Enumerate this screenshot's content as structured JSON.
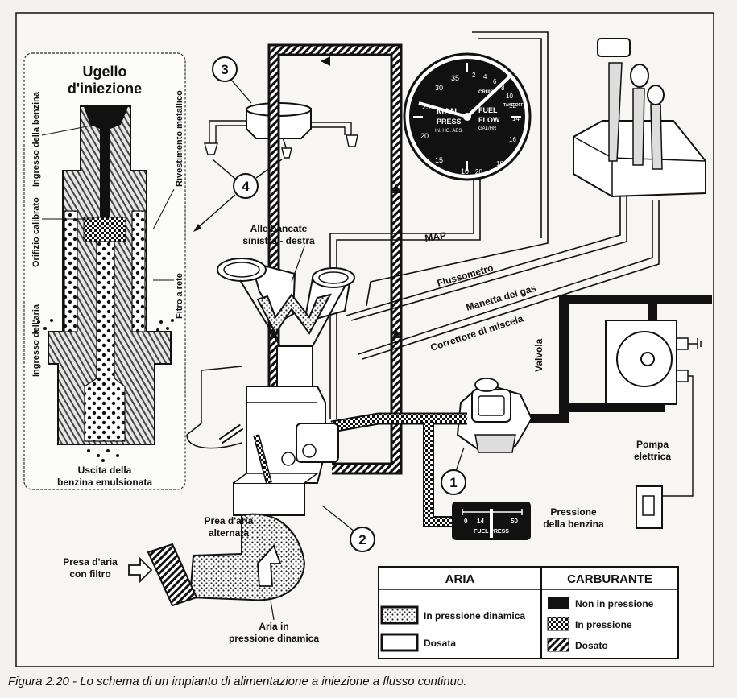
{
  "nozzle": {
    "title_line1": "Ugello",
    "title_line2": "d'iniezione",
    "label_fuel_inlet": "Ingresso della benzina",
    "label_orifice": "Orifizio calibrato",
    "label_air_inlet": "Ingresso dell'aria",
    "label_shield": "Rivestimento metallico",
    "label_screen": "Fitro a rete",
    "outlet_line1": "Uscita della",
    "outlet_line2": "benzina emulsionata"
  },
  "callouts": [
    "1",
    "2",
    "3",
    "4"
  ],
  "labels": {
    "banks_line1": "Alle bancate",
    "banks_line2": "sinistra - destra",
    "map": "MAP",
    "flowmeter": "Flussometro",
    "throttle": "Manetta del gas",
    "mixture": "Correttore di miscela",
    "valve": "Valvola",
    "pump_line1": "Pompa",
    "pump_line2": "elettrica",
    "fuel_pressure_line1": "Pressione",
    "fuel_pressure_line2": "della benzina",
    "alt_air_line1": "Prea d'aria",
    "alt_air_line2": "alternata",
    "filtered_line1": "Presa d'aria",
    "filtered_line2": "con filtro",
    "ram_air_line1": "Aria in",
    "ram_air_line2": "pressione dinamica"
  },
  "gauge": {
    "ticks_left": [
      "35",
      "30",
      "25",
      "20",
      "15",
      "10"
    ],
    "ticks_right": [
      "2",
      "4",
      "6",
      "8",
      "10",
      "12",
      "14",
      "16",
      "18",
      "20"
    ],
    "left_line1": "MAN",
    "left_line2": "PRESS",
    "left_line3": "IN. HG. ABS",
    "right_line1": "FUEL",
    "right_line2": "FLOW",
    "right_line3": "GAL/HR",
    "cruise": "CRUISE",
    "takeoff": "TAKE OFF"
  },
  "fuel_gauge": {
    "min": "0",
    "mid": "14",
    "max": "50",
    "label": "FUEL PRESS"
  },
  "legend": {
    "air_header": "ARIA",
    "fuel_header": "CARBURANTE",
    "air_items": [
      "In pressione dinamica",
      "Dosata"
    ],
    "fuel_items": [
      "Non in pressione",
      "In pressione",
      "Dosato"
    ]
  },
  "caption": "Figura 2.20 - Lo schema di un impianto di alimentazione a iniezione a flusso continuo."
}
